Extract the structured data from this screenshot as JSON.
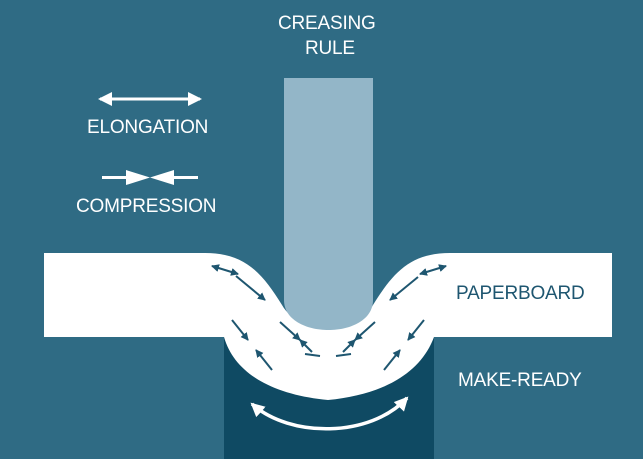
{
  "labels": {
    "creasing_rule_line1": "CREASING",
    "creasing_rule_line2": "RULE",
    "elongation": "ELONGATION",
    "compression": "COMPRESSION",
    "paperboard": "PAPERBOARD",
    "make_ready": "MAKE-READY"
  },
  "colors": {
    "background": "#2f6b84",
    "creasing_rule": "#93b6c8",
    "paperboard": "#ffffff",
    "make_ready": "#0f4a63",
    "stress_arrows": "#1e5670",
    "legend_arrows": "#ffffff"
  },
  "icons": {
    "elongation": "double-headed-arrow-outward",
    "compression": "double-headed-arrow-inward",
    "make_ready_flex": "curved-double-headed-arrow"
  }
}
